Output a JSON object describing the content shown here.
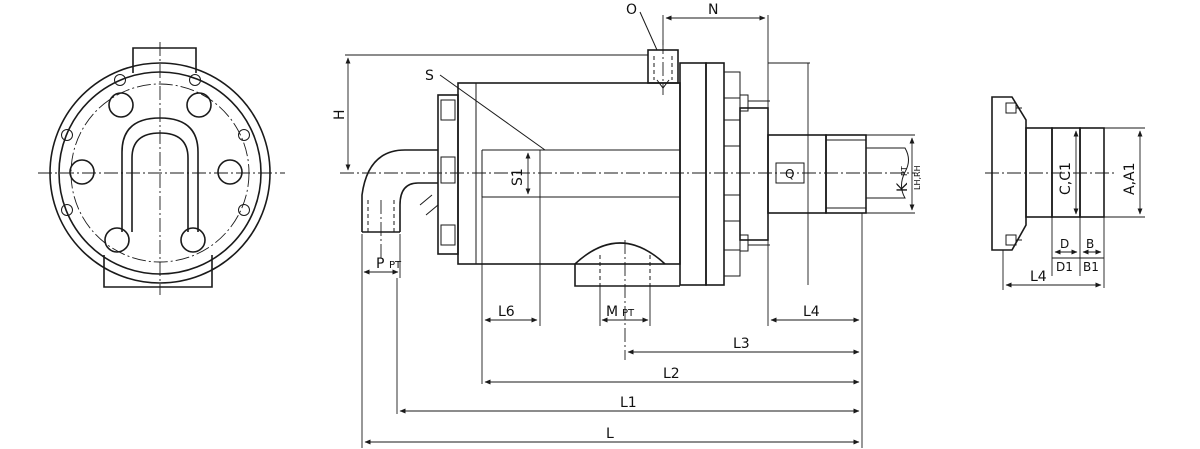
{
  "labels": {
    "O": "O",
    "N": "N",
    "S": "S",
    "H": "H",
    "S1": "S1",
    "Q": "Q",
    "K": "K",
    "K_sub": "PT",
    "K_sub2": "LH,RH",
    "P": "P",
    "P_sub": "PT",
    "M": "M",
    "M_sub": "PT",
    "L6": "L6",
    "L4": "L4",
    "L3": "L3",
    "L2": "L2",
    "L1": "L1",
    "L": "L",
    "C_C1": "C,C1",
    "A_A1": "A,A1",
    "D": "D",
    "B": "B",
    "D1": "D1",
    "B1": "B1",
    "L4_side": "L4"
  }
}
